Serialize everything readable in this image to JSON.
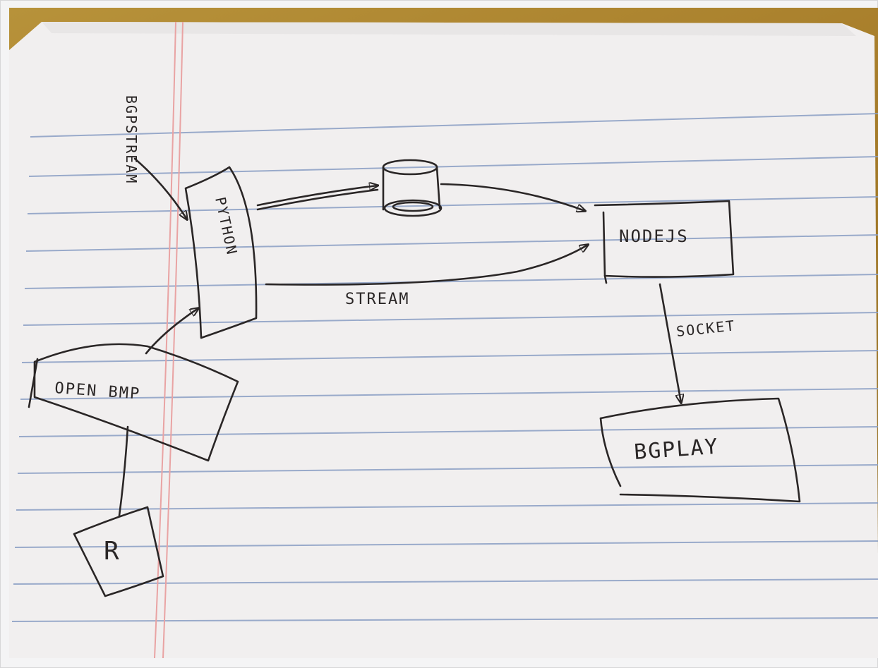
{
  "diagram": {
    "labels": {
      "bgp_stream": "BGPSTREAM",
      "python": "PYTHON",
      "nodejs": "NODEJS",
      "stream": "STREAM",
      "socket": "SOCKET",
      "open_bmp": "OPEN BMP",
      "bgplay": "BGPLAY",
      "router_mark": "R"
    },
    "nodes": [
      {
        "id": "python",
        "shape": "box"
      },
      {
        "id": "database",
        "shape": "cylinder"
      },
      {
        "id": "nodejs",
        "shape": "box"
      },
      {
        "id": "open_bmp",
        "shape": "box"
      },
      {
        "id": "bgplay",
        "shape": "box"
      },
      {
        "id": "router",
        "shape": "box"
      }
    ],
    "edges": [
      {
        "from": "bgp_stream",
        "to": "python"
      },
      {
        "from": "open_bmp",
        "to": "python"
      },
      {
        "from": "router",
        "to": "open_bmp"
      },
      {
        "from": "python",
        "to": "database"
      },
      {
        "from": "database",
        "to": "nodejs"
      },
      {
        "from": "python",
        "to": "nodejs",
        "label": "STREAM"
      },
      {
        "from": "nodejs",
        "to": "bgplay",
        "label": "SOCKET"
      }
    ]
  },
  "colors": {
    "paper": "#f1efef",
    "rule_line": "#8a9ec4",
    "margin_line": "#e9a3a3",
    "ink": "#2a2626",
    "wood": "#a77d2a"
  }
}
